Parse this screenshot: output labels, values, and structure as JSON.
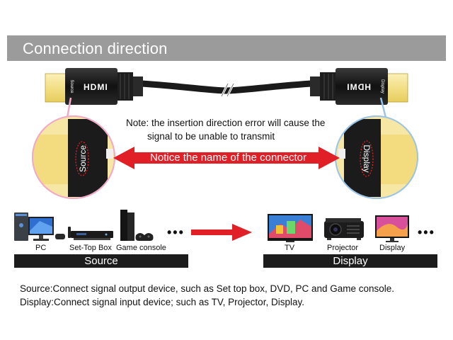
{
  "header": {
    "title": "Connection direction"
  },
  "cable": {
    "left_connector_brand": "HDMI",
    "left_connector_tag": "Source",
    "right_connector_brand": "HDMI",
    "right_connector_tag": "Display"
  },
  "note": {
    "line1": "Note: the insertion direction error will cause the",
    "line2": "signal to be unable to transmit"
  },
  "zoom": {
    "left_label": "Source",
    "right_label": "Display",
    "notice": "Notice the name of the connector"
  },
  "source_devices": [
    {
      "name": "PC",
      "icon": "pc-icon"
    },
    {
      "name": "Set-Top Box",
      "icon": "set-top-box-icon"
    },
    {
      "name": "Game console",
      "icon": "game-console-icon"
    }
  ],
  "display_devices": [
    {
      "name": "TV",
      "icon": "tv-icon"
    },
    {
      "name": "Projector",
      "icon": "projector-icon"
    },
    {
      "name": "Display",
      "icon": "monitor-icon"
    }
  ],
  "more": "•••",
  "sections": {
    "source": "Source",
    "display": "Display"
  },
  "description": {
    "line1": "Source:Connect signal output device, such as Set top box, DVD, PC and Game console.",
    "line2": "Display:Connect signal input device; such as TV, Projector, Display."
  },
  "colors": {
    "accent_red": "#e01f26",
    "header_gray": "#9b9b9b",
    "gold": "#f4e49a",
    "bar_black": "#1c1c1c"
  }
}
